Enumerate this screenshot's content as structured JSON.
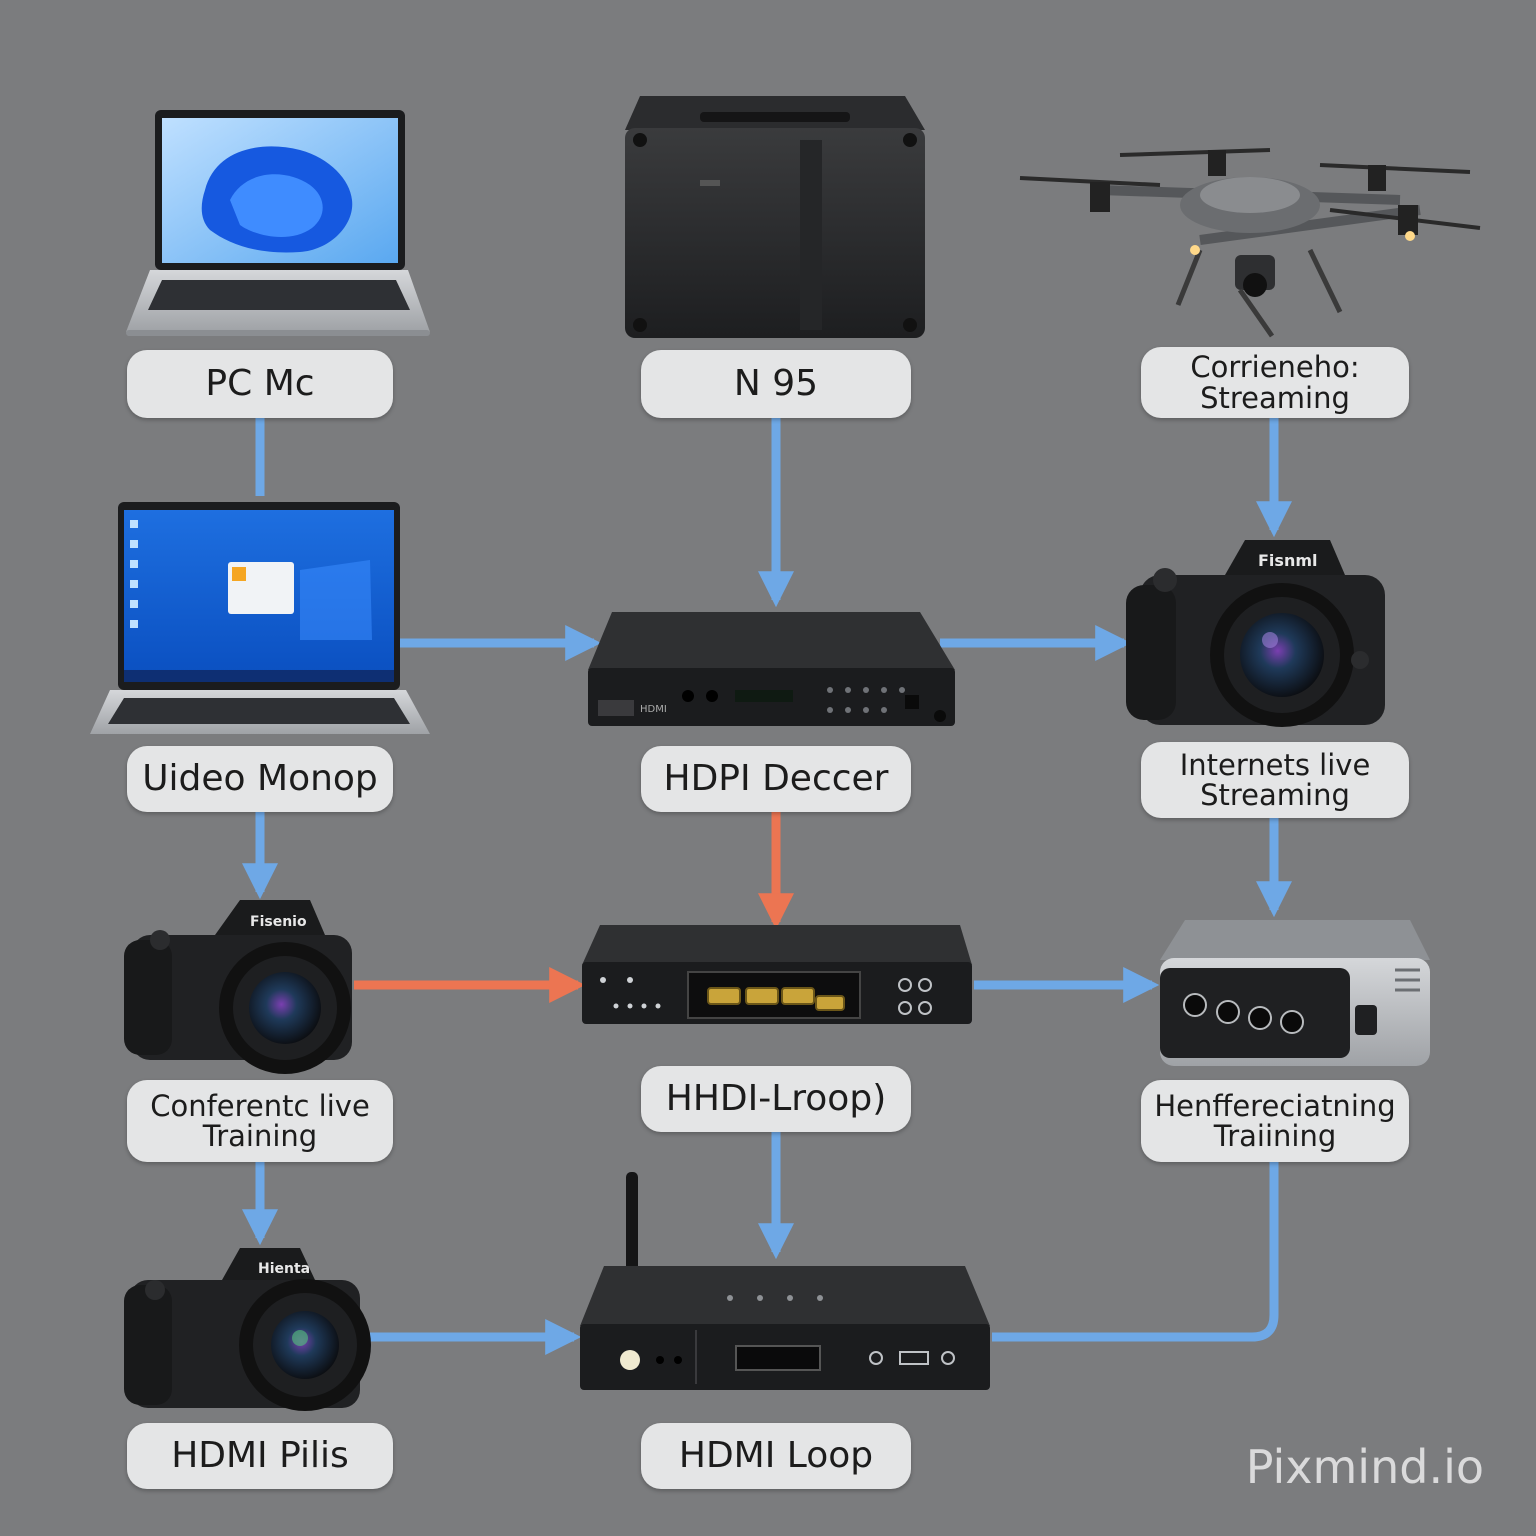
{
  "colors": {
    "background": "#7b7c7e",
    "link_blue": "#6ea8e6",
    "link_orange": "#ec7552",
    "label_bg": "#e4e5e6"
  },
  "nodes": {
    "pc_mc": {
      "icon": "laptop-icon",
      "lines": [
        "PC Mc"
      ]
    },
    "n95": {
      "icon": "server-box-icon",
      "lines": [
        "N 95"
      ]
    },
    "drone": {
      "icon": "drone-icon",
      "lines": [
        "Corrieneho:",
        "Streaming"
      ]
    },
    "video_monop": {
      "icon": "laptop-icon",
      "lines": [
        "Uideo Monop"
      ]
    },
    "hdpi_deccer": {
      "icon": "decoder-box-icon",
      "lines": [
        "HDPI Deccer"
      ]
    },
    "internet_stream": {
      "icon": "camera-icon",
      "lines": [
        "Internets live",
        "Streaming"
      ]
    },
    "conference": {
      "icon": "camera-icon",
      "lines": [
        "Conferentc live",
        "Training"
      ]
    },
    "hhdi_loop": {
      "icon": "hdmi-switch-icon",
      "lines": [
        "HHDI-Lroop)"
      ]
    },
    "henfer": {
      "icon": "splitter-box-icon",
      "lines": [
        "Henfferecіatning",
        "Traiining"
      ]
    },
    "hdmi_pilis": {
      "icon": "camera-icon",
      "lines": [
        "HDMI Pilis"
      ]
    },
    "hdmi_loop": {
      "icon": "router-box-icon",
      "lines": [
        "HDMI Loop"
      ]
    }
  },
  "device_marks": {
    "camera_brand_1": "Fisnml",
    "camera_brand_2": "Fisenio",
    "camera_brand_3": "Hienta",
    "decoder_tag": "HDMI"
  },
  "watermark": "Pixmind.io"
}
